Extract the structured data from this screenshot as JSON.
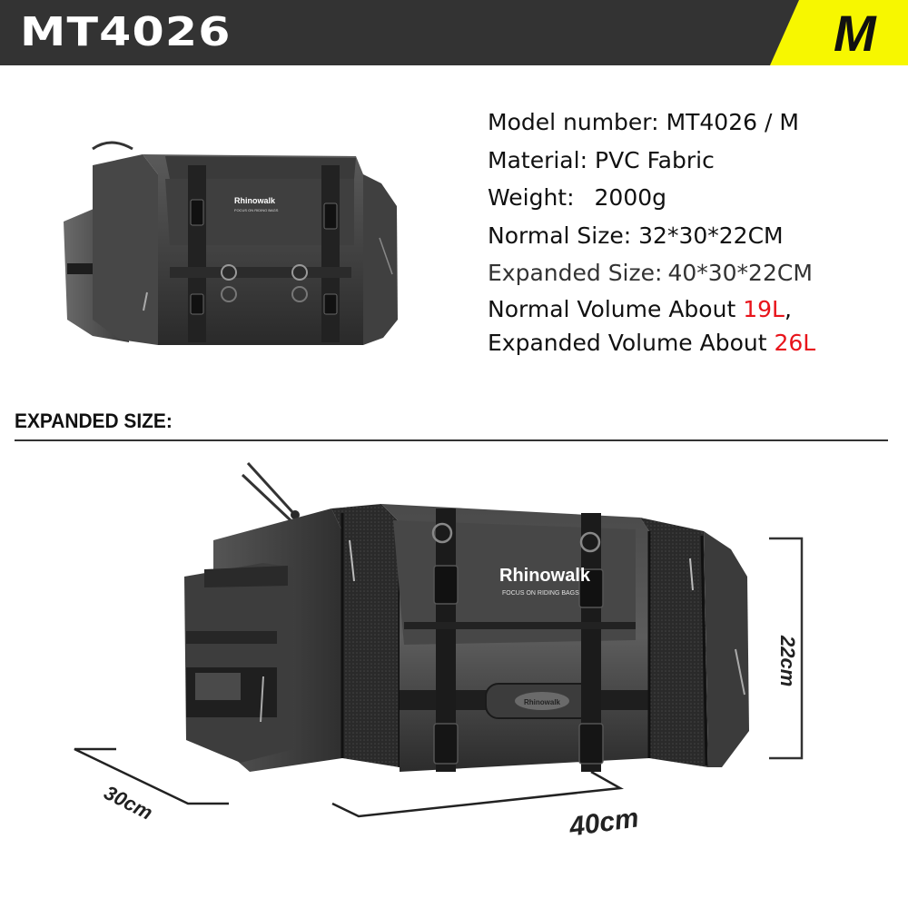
{
  "header": {
    "model_title": "MT4026",
    "size_tag": "M",
    "colors": {
      "bar": "#333333",
      "tag": "#f7f700",
      "title_text": "#ffffff",
      "tag_text": "#111111"
    }
  },
  "specs": {
    "model_number": {
      "label": "Model number:",
      "value": "MT4026 / M"
    },
    "material": {
      "label": "Material:",
      "value": "PVC Fabric"
    },
    "weight": {
      "label": "Weight:",
      "value": "2000g"
    },
    "normal_size": {
      "label": "Normal Size:",
      "value": "32*30*22CM"
    },
    "expanded_size": {
      "label": "Expanded Size:",
      "value": "40*30*22CM"
    },
    "normal_volume": {
      "text": "Normal Volume About ",
      "value": "19L",
      "suffix": ","
    },
    "expanded_volume": {
      "text": "Expanded Volume About ",
      "value": "26L"
    },
    "highlight_color": "#e8141b"
  },
  "product_image_small": {
    "brand": "Rhinowalk",
    "tagline": "FOCUS ON RIDING BAGS",
    "alt": "Black motorcycle tail bag, normal size"
  },
  "expanded_section": {
    "title": "EXPANDED SIZE:",
    "image": {
      "brand": "Rhinowalk",
      "tagline": "FOCUS ON RIDING BAGS",
      "handle_brand": "Rhinowalk",
      "alt": "Black motorcycle tail bag, expanded size"
    },
    "dimensions": {
      "height": "22cm",
      "depth": "30cm",
      "width": "40cm"
    }
  }
}
